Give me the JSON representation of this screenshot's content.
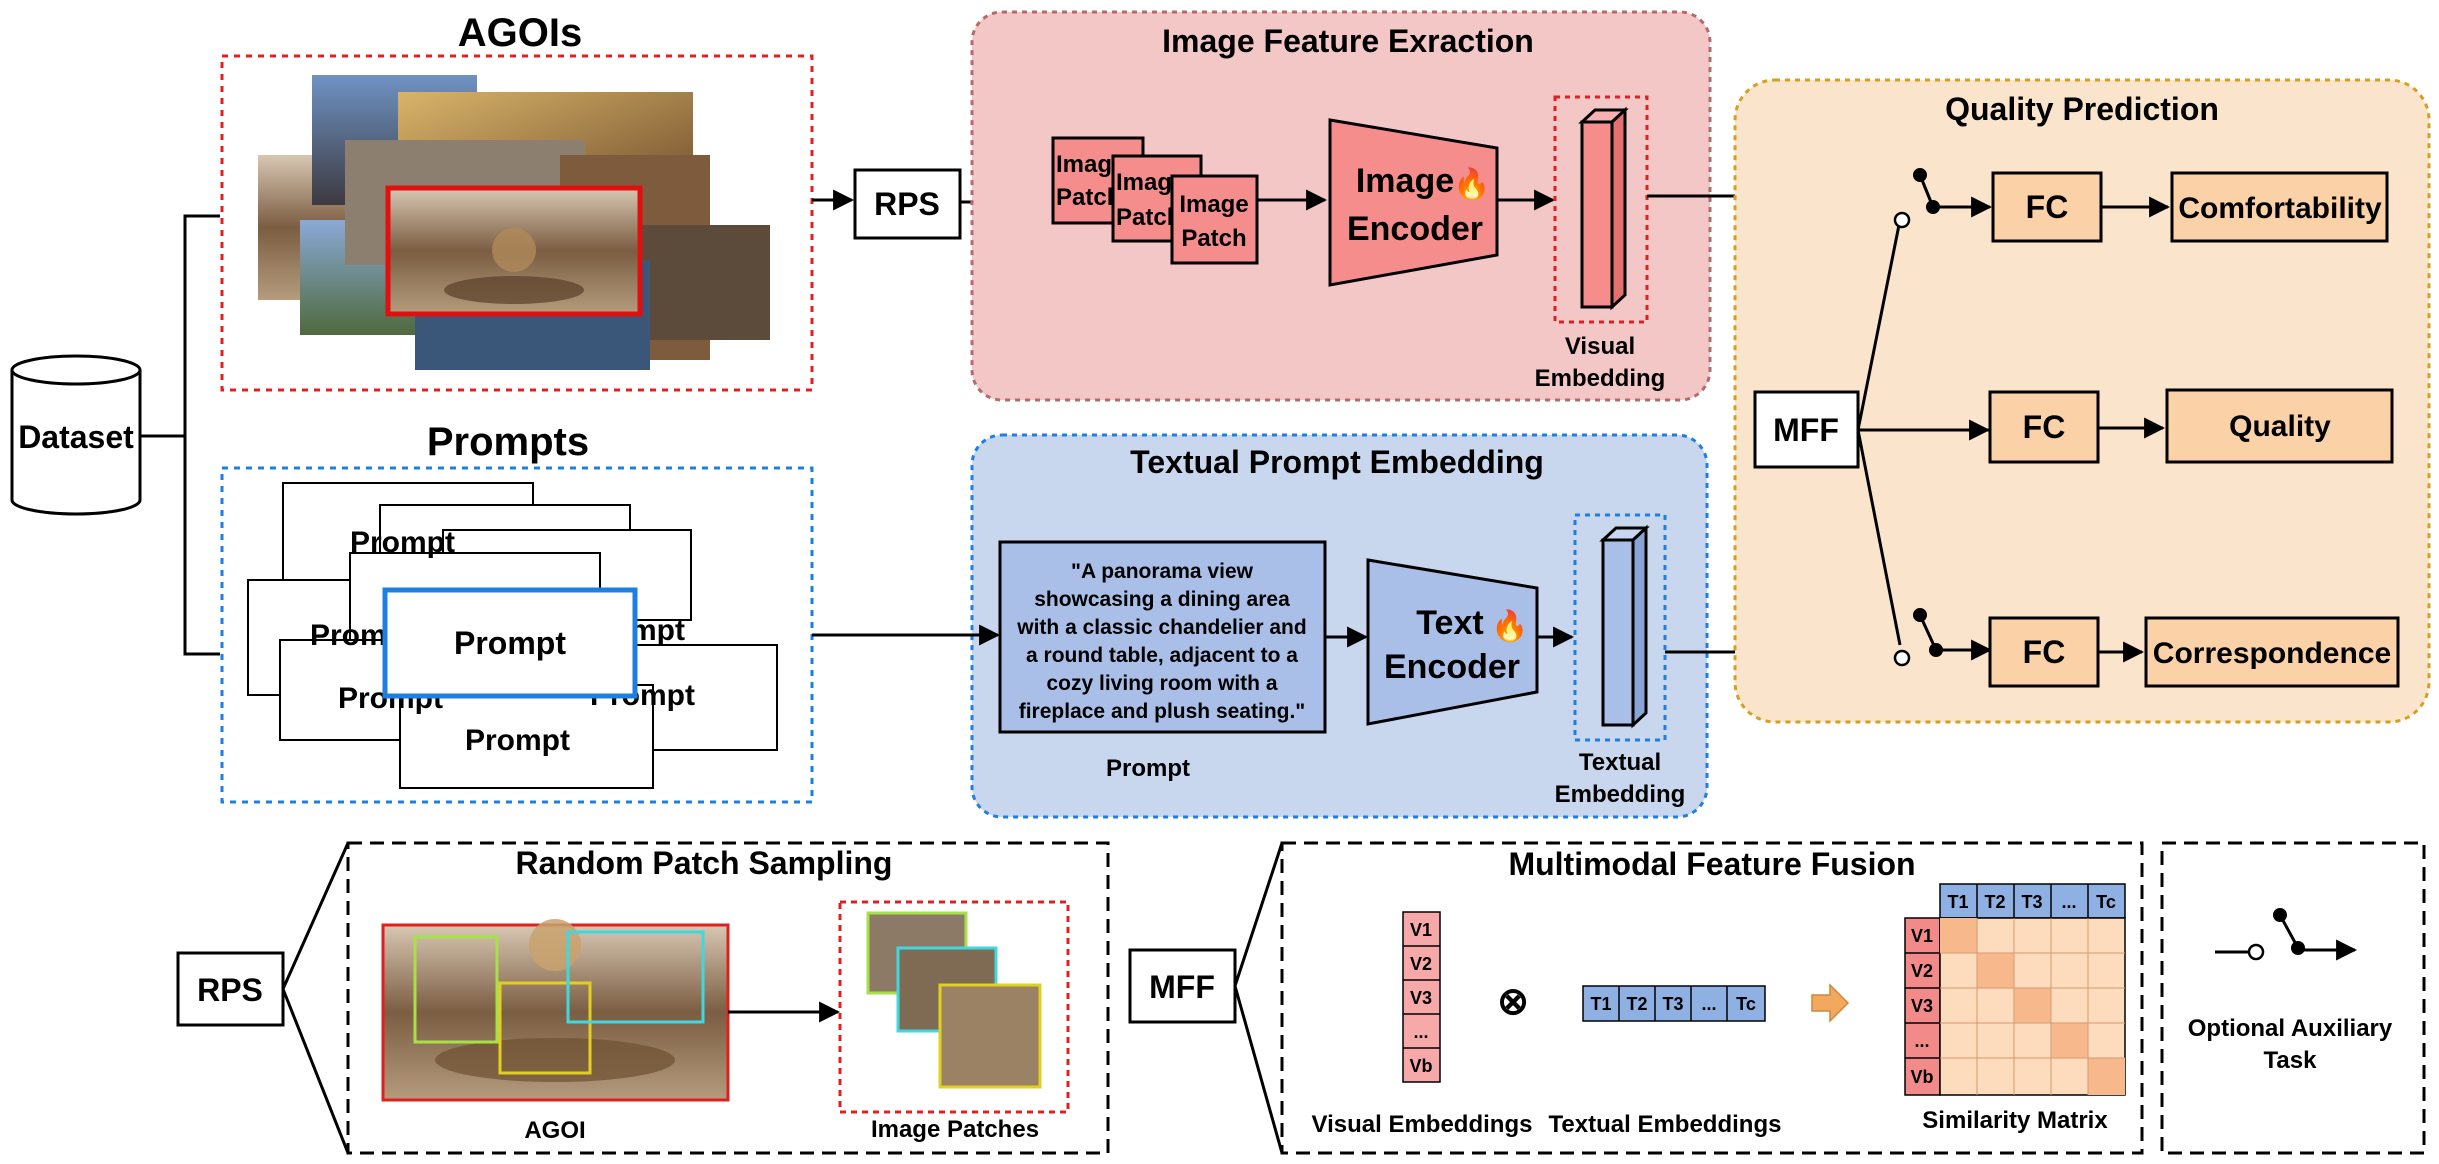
{
  "titles": {
    "agois": "AGOIs",
    "prompts": "Prompts",
    "image_feature": "Image Feature Exraction",
    "textual_prompt": "Textual Prompt Embedding",
    "quality_prediction": "Quality Prediction",
    "rps_panel": "Random Patch Sampling",
    "mff_panel": "Multimodal Feature Fusion"
  },
  "nodes": {
    "dataset": "Dataset",
    "rps": "RPS",
    "mff": "MFF",
    "image_patch": "Image Patch",
    "image_patch_l1": "Image",
    "image_patch_l2": "Patch",
    "image_patch_p1": "Image",
    "image_patch_p1b": "Patch",
    "image_encoder_l1": "Image",
    "image_encoder_l2": "Encoder",
    "text_encoder_l1": "Text",
    "text_encoder_l2": "Encoder",
    "visual_embedding_l1": "Visual",
    "visual_embedding_l2": "Embedding",
    "textual_embedding_l1": "Textual",
    "textual_embedding_l2": "Embedding",
    "prompt_caption": "Prompt",
    "prompt_card": "Prompt",
    "prompt_text": [
      "\"A panorama view",
      "showcasing a dining area",
      "with a classic chandelier and",
      "a round table, adjacent to a",
      "cozy living room with a",
      "fireplace and plush seating.\""
    ],
    "fire": "🔥"
  },
  "heads": [
    {
      "fc": "FC",
      "output": "Comfortability",
      "optional": true
    },
    {
      "fc": "FC",
      "output": "Quality",
      "optional": false
    },
    {
      "fc": "FC",
      "output": "Correspondence",
      "optional": true
    }
  ],
  "rps_panel": {
    "agoi_label": "AGOI",
    "patches_label": "Image Patches"
  },
  "mff_panel": {
    "visual_cells": [
      "V1",
      "V2",
      "V3",
      "...",
      "Vb"
    ],
    "text_cells": [
      "T1",
      "T2",
      "T3",
      "...",
      "Tc"
    ],
    "otimes": "⊗",
    "visual_label": "Visual Embeddings",
    "textual_label": "Textual Embeddings",
    "similarity_label": "Similarity Matrix"
  },
  "legend": {
    "line1": "Optional Auxiliary",
    "line2": "Task"
  },
  "colors": {
    "red_panel": "#f4c7c7",
    "blue_panel": "#c9d7ee",
    "orange_panel": "#fbe4cc",
    "red_block": "#f58d8d",
    "blue_block": "#a9bfe8",
    "fc_fill": "#fbd1a8",
    "matrix_light": "#fcdcbc",
    "matrix_dark": "#f7b98c",
    "matrix_header": "#8fb0e3",
    "matrix_rowhead": "#f28a8a"
  }
}
